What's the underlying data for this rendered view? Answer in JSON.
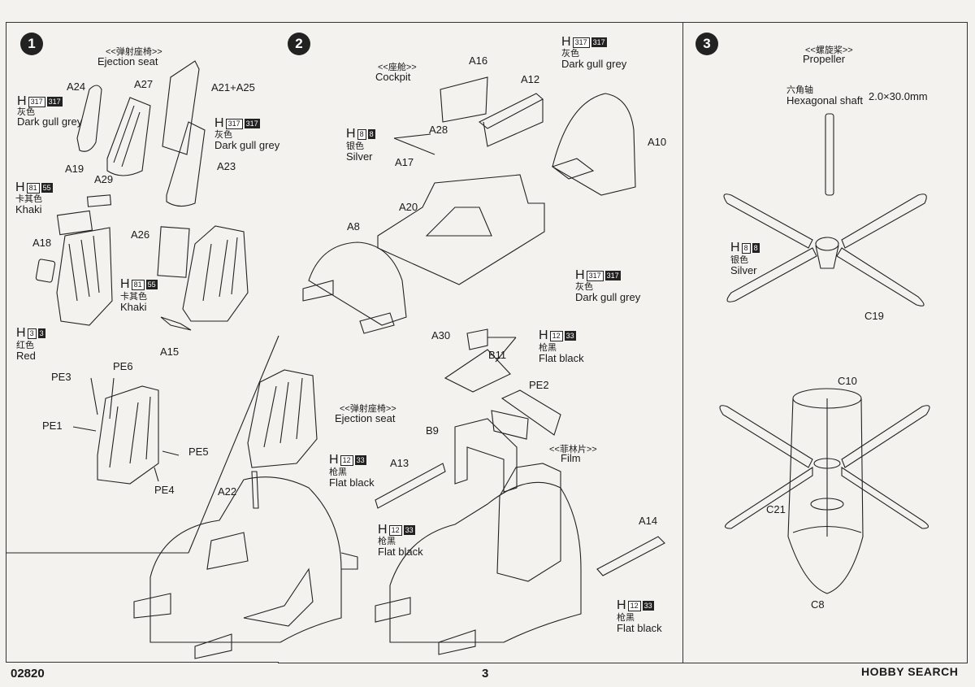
{
  "footer": {
    "code": "02820",
    "page": "3",
    "watermark": "HOBBY SEARCH"
  },
  "step1": {
    "num": "1",
    "title_cn": "<<弹射座椅>>",
    "title_en": "Ejection seat",
    "parts": {
      "a24": "A24",
      "a27": "A27",
      "a21a25": "A21+A25",
      "a23": "A23",
      "a19": "A19",
      "a29": "A29",
      "a18": "A18",
      "a26": "A26",
      "a15": "A15",
      "pe3": "PE3",
      "pe6": "PE6",
      "pe1": "PE1",
      "pe5": "PE5",
      "pe4": "PE4"
    },
    "c1": {
      "h": "H",
      "n1": "317",
      "n2": "317",
      "cn": "灰色",
      "en": "Dark gull grey"
    },
    "c2": {
      "h": "H",
      "n1": "317",
      "n2": "317",
      "cn": "灰色",
      "en": "Dark gull grey"
    },
    "c3": {
      "h": "H",
      "n1": "81",
      "n2": "55",
      "cn": "卡其色",
      "en": "Khaki"
    },
    "c4": {
      "h": "H",
      "n1": "81",
      "n2": "55",
      "cn": "卡其色",
      "en": "Khaki"
    },
    "c5": {
      "h": "H",
      "n1": "3",
      "n2": "3",
      "cn": "红色",
      "en": "Red"
    }
  },
  "step1b": {
    "title_cn": "<<弹射座椅>>",
    "title_en": "Ejection seat",
    "parts": {
      "a22": "A22"
    },
    "c1": {
      "h": "H",
      "n1": "12",
      "n2": "33",
      "cn": "枪黑",
      "en": "Flat black"
    }
  },
  "step2": {
    "num": "2",
    "title_cn": "<<座舱>>",
    "title_en": "Cockpit",
    "parts": {
      "a16": "A16",
      "a12": "A12",
      "a28": "A28",
      "a17": "A17",
      "a10": "A10",
      "a20": "A20",
      "a8": "A8",
      "a30": "A30",
      "b11": "B11",
      "pe2": "PE2",
      "b9": "B9",
      "a13": "A13",
      "a14": "A14"
    },
    "film_cn": "<<菲林片>>",
    "film_en": "Film",
    "c1": {
      "h": "H",
      "n1": "317",
      "n2": "317",
      "cn": "灰色",
      "en": "Dark gull grey"
    },
    "c2": {
      "h": "H",
      "n1": "8",
      "n2": "8",
      "cn": "银色",
      "en": "Silver"
    },
    "c3": {
      "h": "H",
      "n1": "317",
      "n2": "317",
      "cn": "灰色",
      "en": "Dark gull grey"
    },
    "c4": {
      "h": "H",
      "n1": "12",
      "n2": "33",
      "cn": "枪黑",
      "en": "Flat black"
    },
    "c5": {
      "h": "H",
      "n1": "12",
      "n2": "33",
      "cn": "枪黑",
      "en": "Flat black"
    },
    "c6": {
      "h": "H",
      "n1": "12",
      "n2": "33",
      "cn": "枪黑",
      "en": "Flat black"
    }
  },
  "step3": {
    "num": "3",
    "title_cn": "<<螺旋桨>>",
    "title_en": "Propeller",
    "shaft_cn": "六角轴",
    "shaft_en": "Hexagonal shaft",
    "shaft_size": "2.0×30.0mm",
    "parts": {
      "c19": "C19",
      "c10": "C10",
      "c21": "C21",
      "c8": "C8"
    },
    "c1": {
      "h": "H",
      "n1": "8",
      "n2": "8",
      "cn": "银色",
      "en": "Silver"
    }
  }
}
